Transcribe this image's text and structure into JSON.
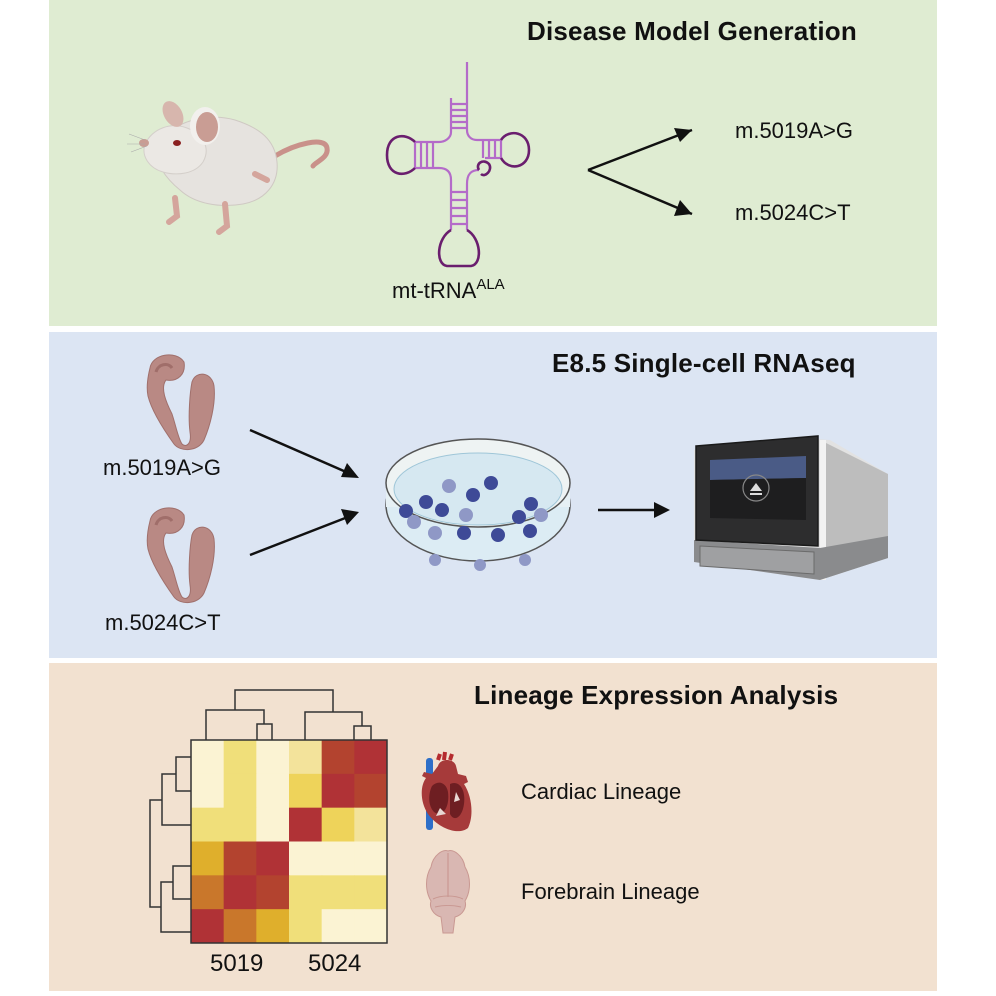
{
  "panels": {
    "disease_model": {
      "title": "Disease Model Generation",
      "trna_label": "mt-tRNA",
      "trna_superscript": "ALA",
      "mutations": [
        "m.5019A>G",
        "m.5024C>T"
      ],
      "icons": [
        "mouse-icon",
        "trna-cloverleaf-icon",
        "branch-arrow-icon"
      ]
    },
    "scrnaseq": {
      "title": "E8.5 Single-cell RNAseq",
      "embryos": [
        {
          "label": "m.5019A>G"
        },
        {
          "label": "m.5024C>T"
        }
      ],
      "icons": [
        "embryo-icon",
        "petri-dish-icon",
        "sequencer-icon"
      ]
    },
    "lineage": {
      "title": "Lineage Expression Analysis",
      "lineages": [
        {
          "label": "Cardiac Lineage",
          "icon": "heart-icon"
        },
        {
          "label": "Forebrain Lineage",
          "icon": "brain-icon"
        }
      ]
    }
  },
  "colors": {
    "panel1_bg": "#dfecd2",
    "panel2_bg": "#dce5f3",
    "panel3_bg": "#f2e1d0",
    "trna_stem": "#b46bc9",
    "trna_loop": "#6a1e6e"
  },
  "chart_data": {
    "type": "heatmap",
    "title": "",
    "x_group_labels": [
      "5019",
      "5024"
    ],
    "columns": 6,
    "rows": 6,
    "color_scale": [
      "#fbf3d3",
      "#f3e39b",
      "#f0df7a",
      "#eed35a",
      "#dfaf2c",
      "#c9772b",
      "#b3432f",
      "#b03236"
    ],
    "values": [
      [
        0,
        2,
        0,
        1,
        6,
        7
      ],
      [
        0,
        2,
        0,
        3,
        7,
        6
      ],
      [
        2,
        2,
        0,
        7,
        3,
        1
      ],
      [
        4,
        6,
        7,
        0,
        0,
        0
      ],
      [
        5,
        7,
        6,
        2,
        2,
        2
      ],
      [
        7,
        5,
        4,
        2,
        0,
        0
      ]
    ],
    "value_note": "ordinal color levels 0 (pale cream) to 7 (dark red), read from cell colors",
    "dendrogram_top": "columns clustered into {1,{2,3}} and {4,{5,6}}",
    "dendrogram_left": "rows clustered into {{1,2},3} and {{4,5},6}"
  }
}
